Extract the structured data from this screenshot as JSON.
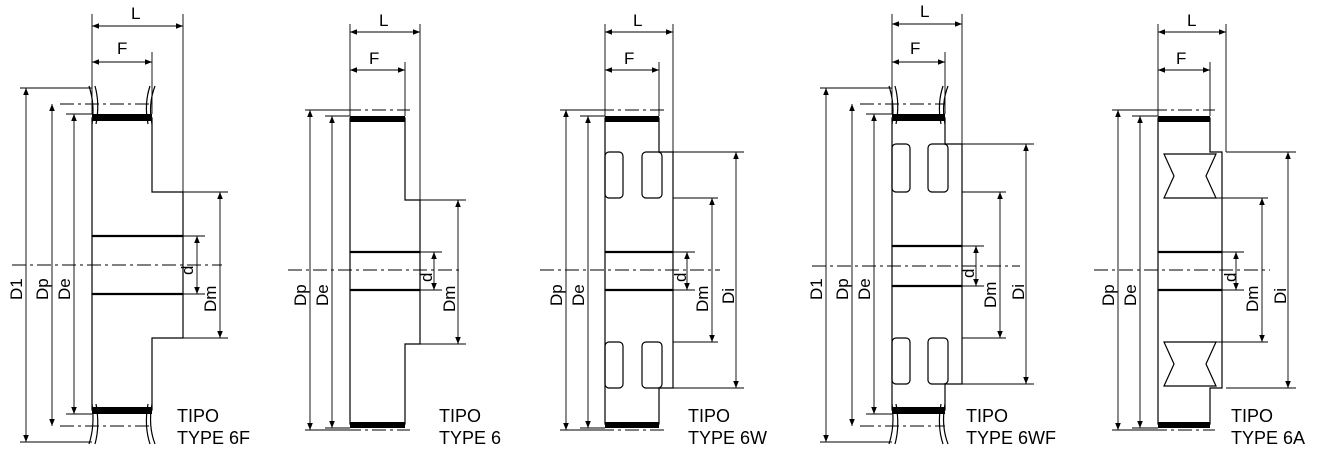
{
  "labels": {
    "L": "L",
    "F": "F",
    "D1": "D1",
    "Dp": "Dp",
    "De": "De",
    "d": "d",
    "Dm": "Dm",
    "Di": "Di"
  },
  "pulleys": [
    {
      "id": "6f",
      "tipo": "TIPO",
      "type": "TYPE 6F"
    },
    {
      "id": "6",
      "tipo": "TIPO",
      "type": "TYPE 6"
    },
    {
      "id": "6w",
      "tipo": "TIPO",
      "type": "TYPE 6W"
    },
    {
      "id": "6wf",
      "tipo": "TIPO",
      "type": "TYPE 6WF"
    },
    {
      "id": "6a",
      "tipo": "TIPO",
      "type": "TYPE 6A"
    }
  ]
}
